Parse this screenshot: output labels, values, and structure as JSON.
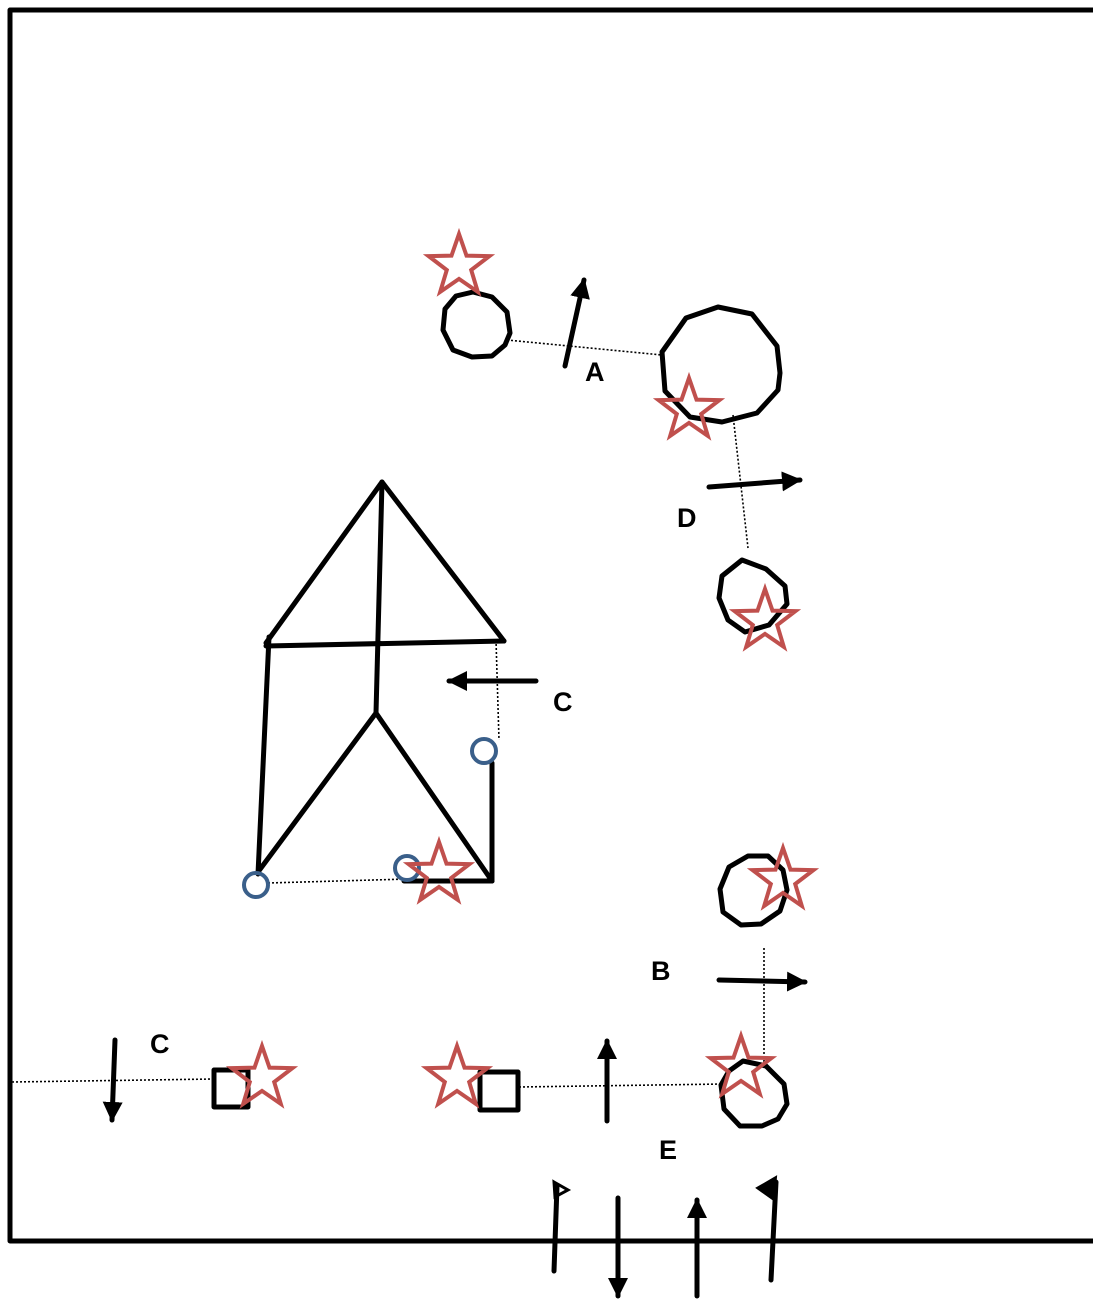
{
  "labels": {
    "a": "A",
    "d": "D",
    "c_upper": "C",
    "b": "B",
    "c_lower": "C",
    "e": "E"
  },
  "colors": {
    "stroke": "#000000",
    "star": "#c0504d",
    "node": "#3a5f8a",
    "background": "#ffffff"
  },
  "icons": {
    "star": "star-icon",
    "node": "circle-node-icon",
    "arrow": "arrow-icon"
  }
}
